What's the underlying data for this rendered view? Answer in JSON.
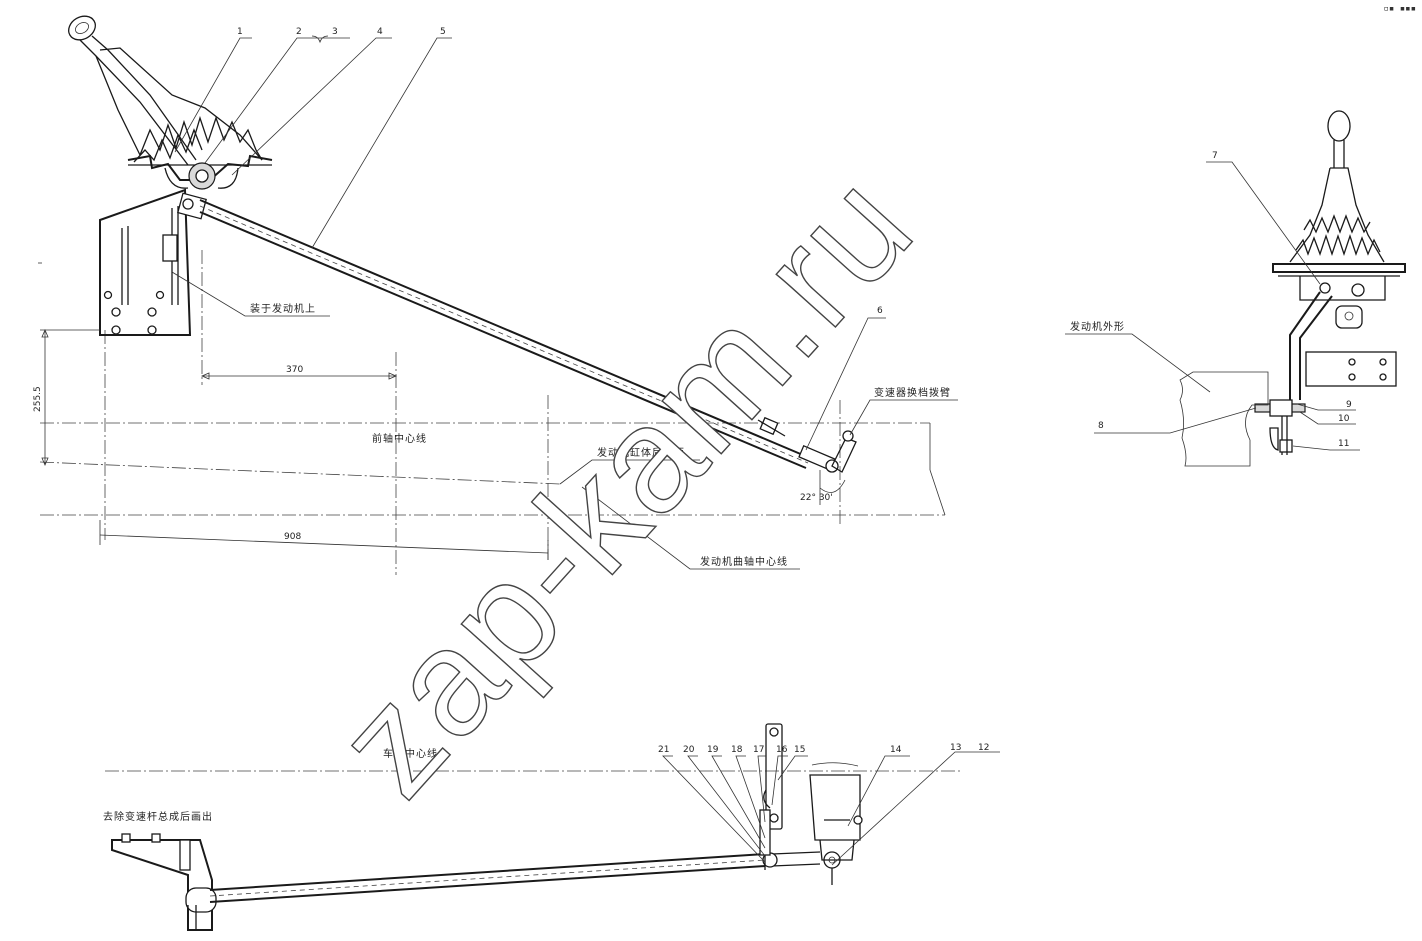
{
  "corner_mark": "▫▪ ▪▪▪",
  "watermark": "zap-kam.ru",
  "callouts": {
    "c1": "1",
    "c2": "2",
    "c3": "3",
    "c4": "4",
    "c5": "5",
    "c6": "6",
    "c7": "7",
    "c8": "8",
    "c9": "9",
    "c10": "10",
    "c11": "11",
    "c12": "12",
    "c13": "13",
    "c14": "14",
    "c15": "15",
    "c16": "16",
    "c17": "17",
    "c18": "18",
    "c19": "19",
    "c20": "20",
    "c21": "21"
  },
  "annotations": {
    "mounted_on_engine": "装于发动机上",
    "shift_arm": "变速器换档拨臂",
    "rear_axle_centerline": "前轴中心线",
    "engine_rear_face": "发动机缸体后端面",
    "crankshaft_centerline": "发动机曲轴中心线",
    "engine_outline": "发动机外形",
    "frame_centerline": "车架中心线",
    "remove_note": "去除变速杆总成后画出"
  },
  "dimensions": {
    "d370": "370",
    "d908": "908",
    "d255": "255.5",
    "angle": "22° 30'"
  }
}
